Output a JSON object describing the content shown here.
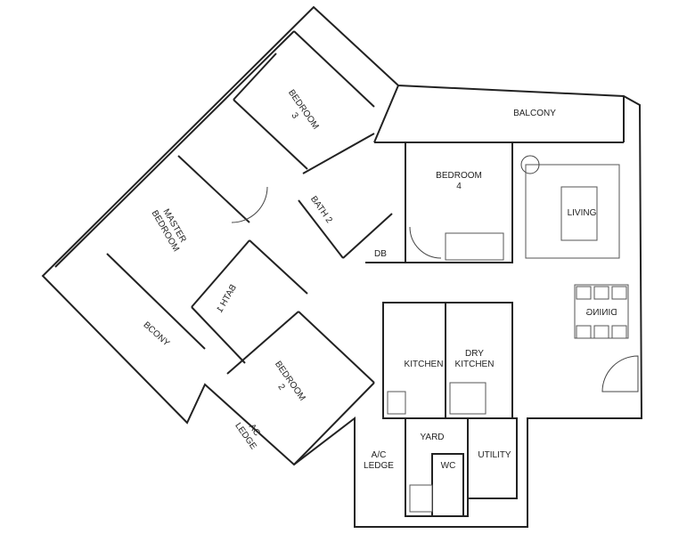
{
  "plan": {
    "rooms": {
      "balcony_top": "BALCONY",
      "bedroom3": "BEDROOM\n3",
      "bath2": "BATH 2",
      "bedroom4": "BEDROOM\n4",
      "living": "LIVING",
      "master_bedroom": "MASTER\nBEDROOM",
      "db": "DB",
      "dining": "DINING",
      "balcony_left": "BCONY",
      "bath1": "BATH 1",
      "bedroom2": "BEDROOM\n2",
      "ac_ledge_left": "AC\nLEDGE",
      "kitchen": "KITCHEN",
      "dry_kitchen": "DRY\nKITCHEN",
      "yard": "YARD",
      "ac_ledge_bottom": "A/C\nLEDGE",
      "wc": "WC",
      "utility": "UTILITY"
    },
    "line_color": "#222222"
  }
}
